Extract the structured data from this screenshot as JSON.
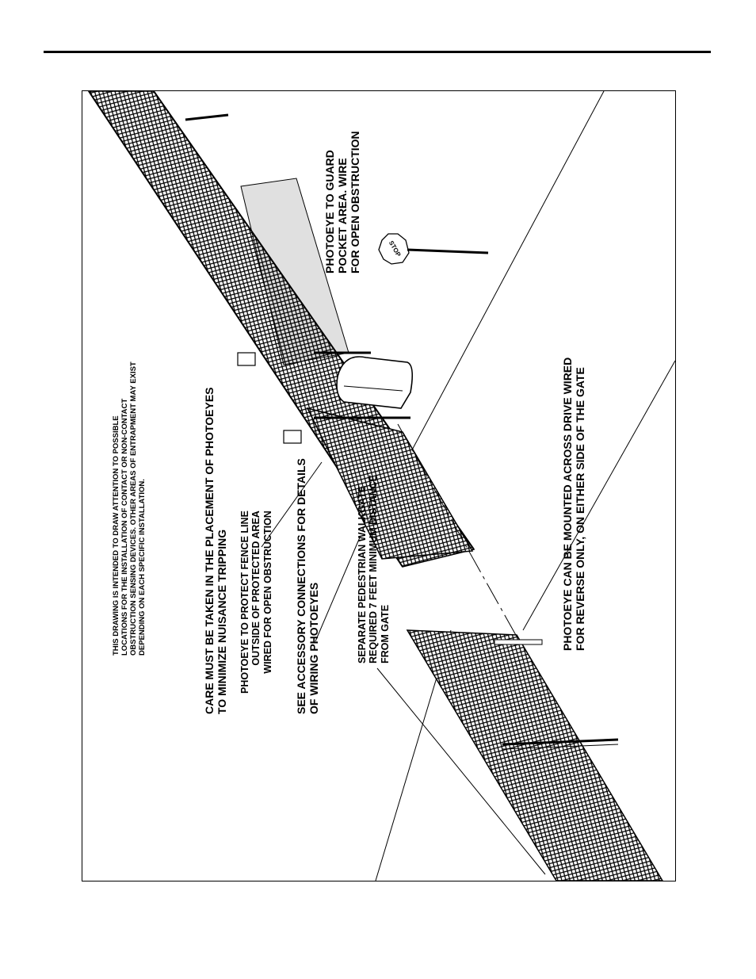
{
  "notes": {
    "disclaimer": [
      "THIS DRAWING IS INTENDED TO DRAW ATTENTION TO POSSIBLE",
      "LOCATIONS FOR THE INSTALLATION OF CONTACT OR NON-CONTACT",
      "OBSTRUCTION SENSING DEVICES. OTHER AREAS OF ENTRAPMENT MAY EXIST",
      "DEPENDING ON EACH SPECIFIC INSTALLATION."
    ],
    "care": [
      "CARE MUST BE TAKEN IN THE PLACEMENT OF PHOTOEYES",
      "TO MINIMIZE NUISANCE TRIPPING"
    ],
    "fence_line": [
      "PHOTOEYE TO PROTECT FENCE LINE",
      "OUTSIDE OF PROTECTED AREA",
      "WIRED FOR OPEN OBSTRUCTION"
    ],
    "accessory": [
      "SEE ACCESSORY CONNECTIONS FOR DETAILS",
      "OF WIRING PHOTOEYES"
    ],
    "walkgate": [
      "SEPARATE PEDESTRIAN WALKGATE",
      "REQUIRED 7 FEET MINIMUM DISTANCE",
      "FROM GATE"
    ],
    "across_drive": [
      "PHOTOEYE CAN BE MOUNTED ACROSS DRIVE WIRED",
      "FOR REVERSE ONLY, ON EITHER SIDE OF THE GATE"
    ],
    "pocket": [
      "PHOTOEYE TO GUARD",
      "POCKET AREA. WIRE",
      "FOR OPEN OBSTRUCTION"
    ]
  },
  "sign": {
    "text": "STOP"
  }
}
